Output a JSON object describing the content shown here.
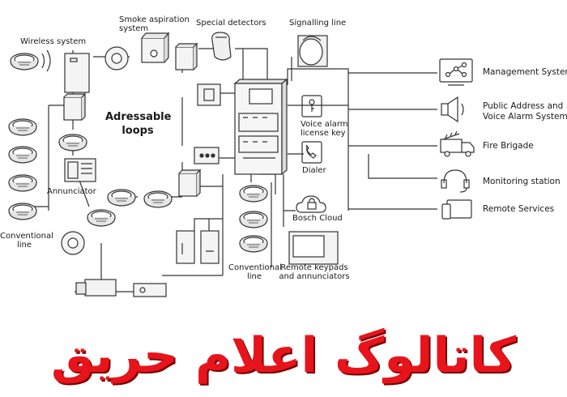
{
  "labels": {
    "wireless_system": "Wireless system",
    "smoke_aspiration_1": "Smoke aspiration",
    "smoke_aspiration_2": "system",
    "special_detectors": "Special detectors",
    "signalling_line": "Signalling line",
    "adressable_loops_1": "Adressable",
    "adressable_loops_2": "loops",
    "annunciator": "Annunciator",
    "conventional_line_left_1": "Conventional",
    "conventional_line_left_2": "line",
    "voice_alarm_1": "Voice alarm",
    "voice_alarm_2": "license key",
    "dialer": "Dialer",
    "bosch_cloud": "Bosch Cloud",
    "conventional_line_mid_1": "Conventional",
    "conventional_line_mid_2": "line",
    "remote_keypads_1": "Remote keypads",
    "remote_keypads_2": "and annunciators",
    "management_system": "Management System",
    "public_address_1": "Public Address and",
    "public_address_2": "Voice Alarm System",
    "fire_brigade": "Fire Brigade",
    "monitoring_station": "Monitoring station",
    "remote_services": "Remote Services"
  },
  "banner": {
    "text": "کاتالوگ اعلام حریق",
    "color": "#e8141c"
  },
  "colors": {
    "line": "#333333",
    "device": "#f2f2f2",
    "accent": "#e8141c"
  },
  "icons": [
    "smoke-detector-icon",
    "wireless-signal-icon",
    "fire-panel-icon",
    "network-nodes-icon",
    "speaker-icon",
    "fire-truck-icon",
    "headset-icon",
    "tablet-phone-icon",
    "key-icon",
    "phone-icon",
    "cloud-lock-icon",
    "camera-icon",
    "siren-icon"
  ]
}
